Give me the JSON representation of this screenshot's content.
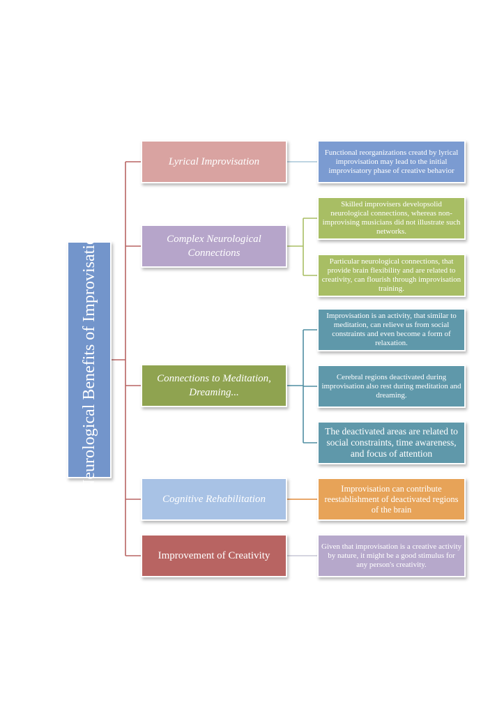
{
  "title": "Neurological Benefits of Improvisation",
  "colors": {
    "root": "#7395cb",
    "pink": "#d9a3a1",
    "lavender": "#b6a5ca",
    "green": "#8fa350",
    "lightblue": "#a8c2e5",
    "red": "#b86462",
    "blue": "#7b9bd1",
    "lightgreen": "#a8be64",
    "teal": "#5f98aa",
    "orange": "#e7a358",
    "lightpurple": "#b6a8cb",
    "trunk_line": "#b86462",
    "line_lavender": "#9d8cb5",
    "line_teal": "#4f8ea2"
  },
  "branches": [
    {
      "label": "Lyrical Improvisation",
      "italic": true,
      "color": "#d9a3a1",
      "line_color": "#a8c6d8",
      "children": [
        {
          "text": "Functional reorganizations creatd by lyrical improvisation may lead to the initial improvisatory phase of creative behavior",
          "color": "#7b9bd1",
          "size": "small"
        }
      ]
    },
    {
      "label": "Complex Neurological Connections",
      "italic": true,
      "color": "#b6a5ca",
      "line_color": "#a8be64",
      "children": [
        {
          "text": "Skilled improvisers developsolid neurological connections, whereas non-improvising musicians did not illustrate such networks.",
          "color": "#a8be64",
          "size": "small"
        },
        {
          "text": "Particular neurological connections, that provide brain flexibility and are related to creativity, can flourish through improvisation training.",
          "color": "#a8be64",
          "size": "small"
        }
      ]
    },
    {
      "label": "Connections to Meditation, Dreaming...",
      "italic": true,
      "color": "#8fa350",
      "line_color": "#4f8ea2",
      "children": [
        {
          "text": "Improvisation is an activity, that similar to meditation, can relieve us from social constraints and even become a form of relaxation.",
          "color": "#5f98aa",
          "size": "small"
        },
        {
          "text": "Cerebral regions deactivated during improvisation also rest during meditation and dreaming.",
          "color": "#5f98aa",
          "size": "small"
        },
        {
          "text": "The deactivated areas are related to social constraints, time awareness, and focus of attention",
          "color": "#5f98aa",
          "size": "bigger"
        }
      ]
    },
    {
      "label": "Cognitive Rehabilitation",
      "italic": true,
      "color": "#a8c2e5",
      "line_color": "#e08a3a",
      "children": [
        {
          "text": "Improvisation can contribute reestablishment of deactivated regions of the brain",
          "color": "#e7a358",
          "size": "big"
        }
      ]
    },
    {
      "label": "Improvement of Creativity",
      "italic": false,
      "color": "#b86462",
      "line_color": "#c7c7d6",
      "children": [
        {
          "text": "Given that improvisation is a creative activity  by nature, it might be a good stimulus for any person's creativity.",
          "color": "#b6a8cb",
          "size": "small"
        }
      ]
    }
  ]
}
